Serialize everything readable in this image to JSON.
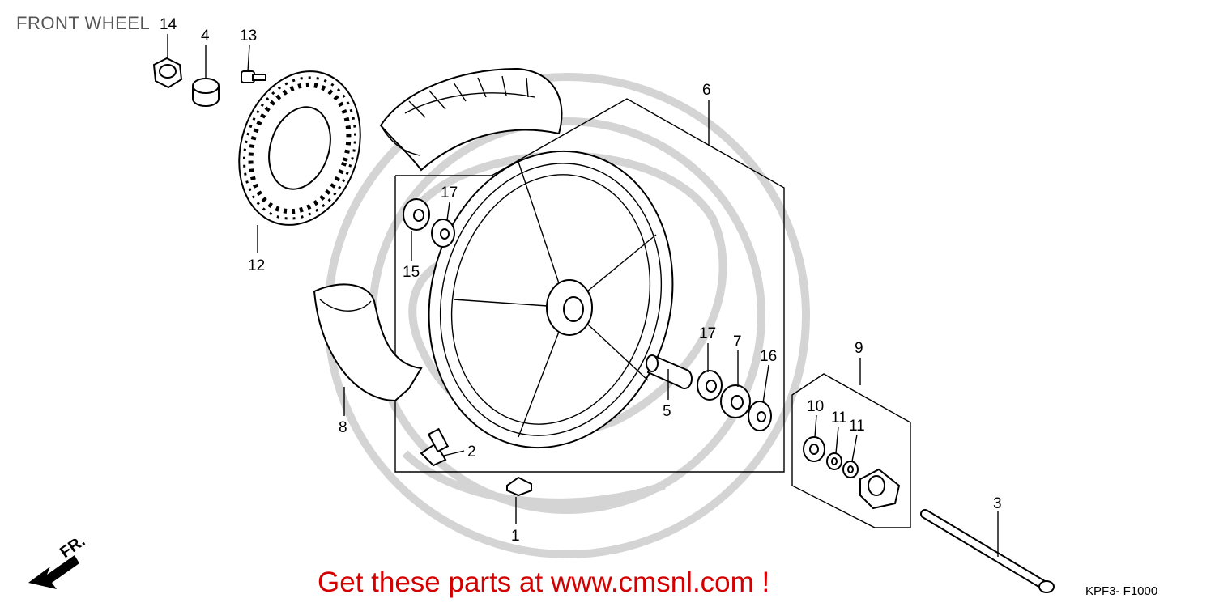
{
  "header": {
    "title": "FRONT WHEEL"
  },
  "footer": {
    "ad_text": "Get these parts at www.cmsnl.com !",
    "diagram_code": "KPF3- F1000",
    "direction_label": "FR."
  },
  "callouts": {
    "p1": "1",
    "p2": "2",
    "p3": "3",
    "p4": "4",
    "p5": "5",
    "p6": "6",
    "p7": "7",
    "p8": "8",
    "p9": "9",
    "p10": "10",
    "p11a": "11",
    "p11b": "11",
    "p12": "12",
    "p13": "13",
    "p14": "14",
    "p15": "15",
    "p16": "16",
    "p17a": "17",
    "p17b": "17"
  },
  "colors": {
    "ad_text": "#d40000",
    "watermark": "#d4d4d4",
    "ink": "#000000"
  }
}
